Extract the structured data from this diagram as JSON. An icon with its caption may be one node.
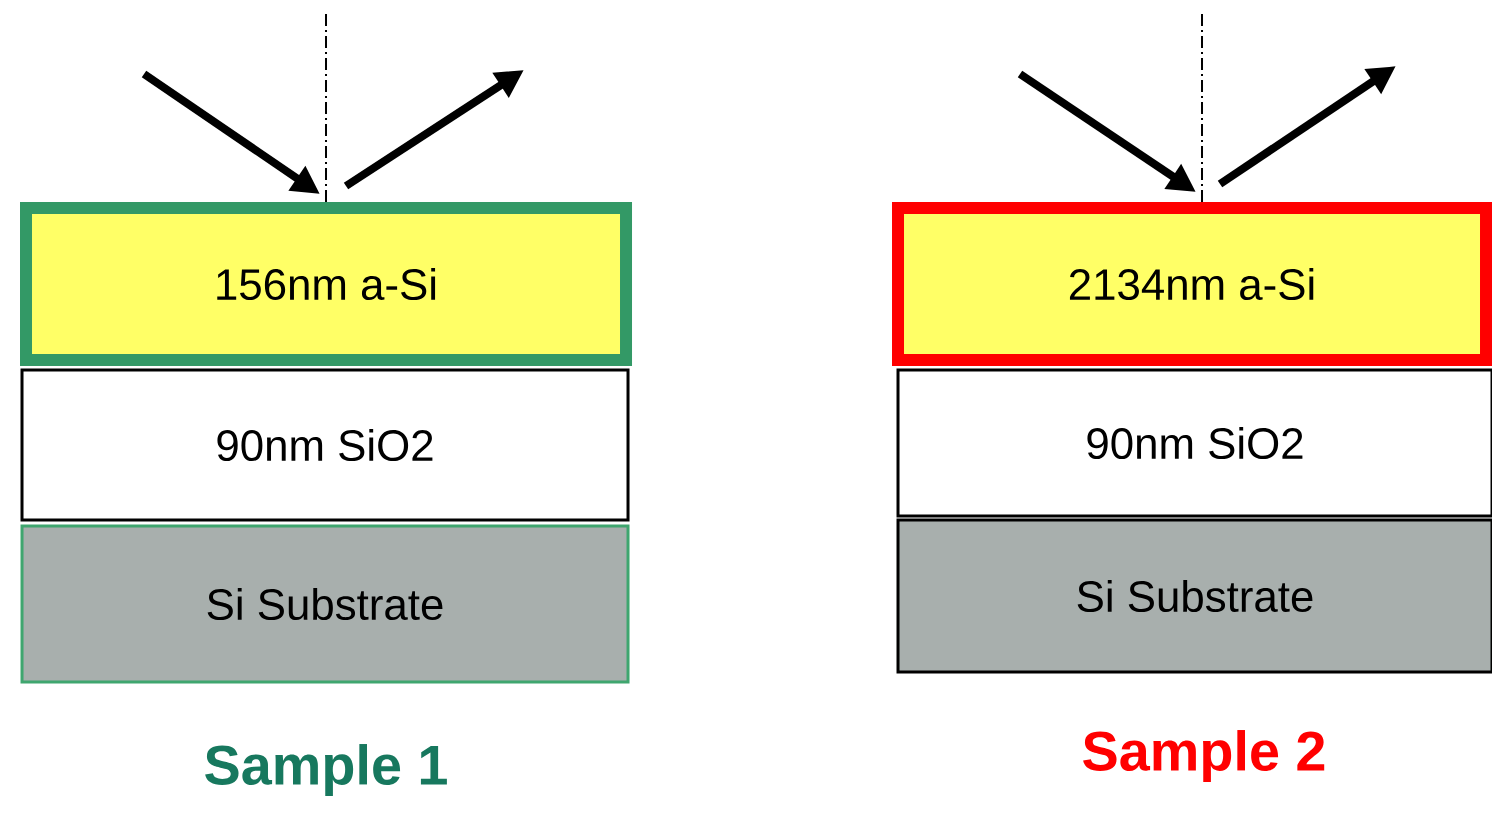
{
  "diagram": {
    "nodes": [
      {
        "text": [
          "156nm a-Si"
        ]
      },
      {
        "text": [
          "90nm SiO2"
        ]
      },
      {
        "text": [
          "Si Substrate"
        ]
      },
      {
        "text": [
          "2134nm a-Si"
        ]
      },
      {
        "text": [
          "90nm SiO2"
        ]
      },
      {
        "text": [
          "Si Substrate"
        ]
      }
    ],
    "labels": [
      "Sample 1",
      "Sample 2"
    ]
  }
}
